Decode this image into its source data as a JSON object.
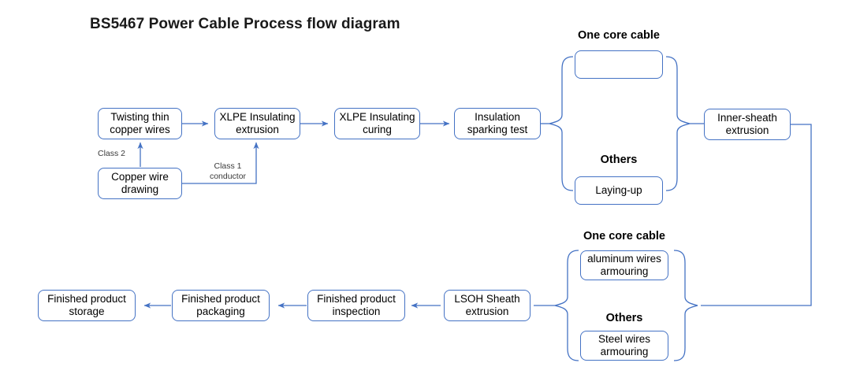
{
  "title": "BS5467 Power Cable Process flow diagram",
  "theme": {
    "box_border": "#4472c4",
    "connector": "#4472c4",
    "brace": "#4472c4",
    "thick_arrow": "#3c64ab",
    "text": "#000000",
    "background": "#ffffff"
  },
  "nodes": {
    "twisting": "Twisting thin\ncopper wires",
    "copper_drawing": "Copper wire\ndrawing",
    "xlpe_extrusion": "XLPE Insulating\nextrusion",
    "xlpe_curing": "XLPE Insulating\ncuring",
    "sparking_test": "Insulation\nsparking test",
    "one_core_passthrough": "",
    "laying_up": "Laying-up",
    "inner_sheath": "Inner-sheath\nextrusion",
    "aluminum_armouring": "aluminum wires\narmouring",
    "steel_armouring": "Steel wires\narmouring",
    "lsoh_sheath": "LSOH Sheath\nextrusion",
    "finished_inspection": "Finished product\ninspection",
    "finished_packaging": "Finished product\npackaging",
    "finished_storage": "Finished product\nstorage"
  },
  "group_headings": {
    "top_one_core": "One core cable",
    "top_others": "Others",
    "bottom_one_core": "One core cable",
    "bottom_others": "Others"
  },
  "edge_labels": {
    "class2": "Class 2",
    "class1_conductor": "Class 1\nconductor"
  },
  "icons": {
    "flow_arrow": "right-arrow-icon",
    "brace_top": "curly-brace-icon",
    "brace_bottom": "curly-brace-icon"
  }
}
